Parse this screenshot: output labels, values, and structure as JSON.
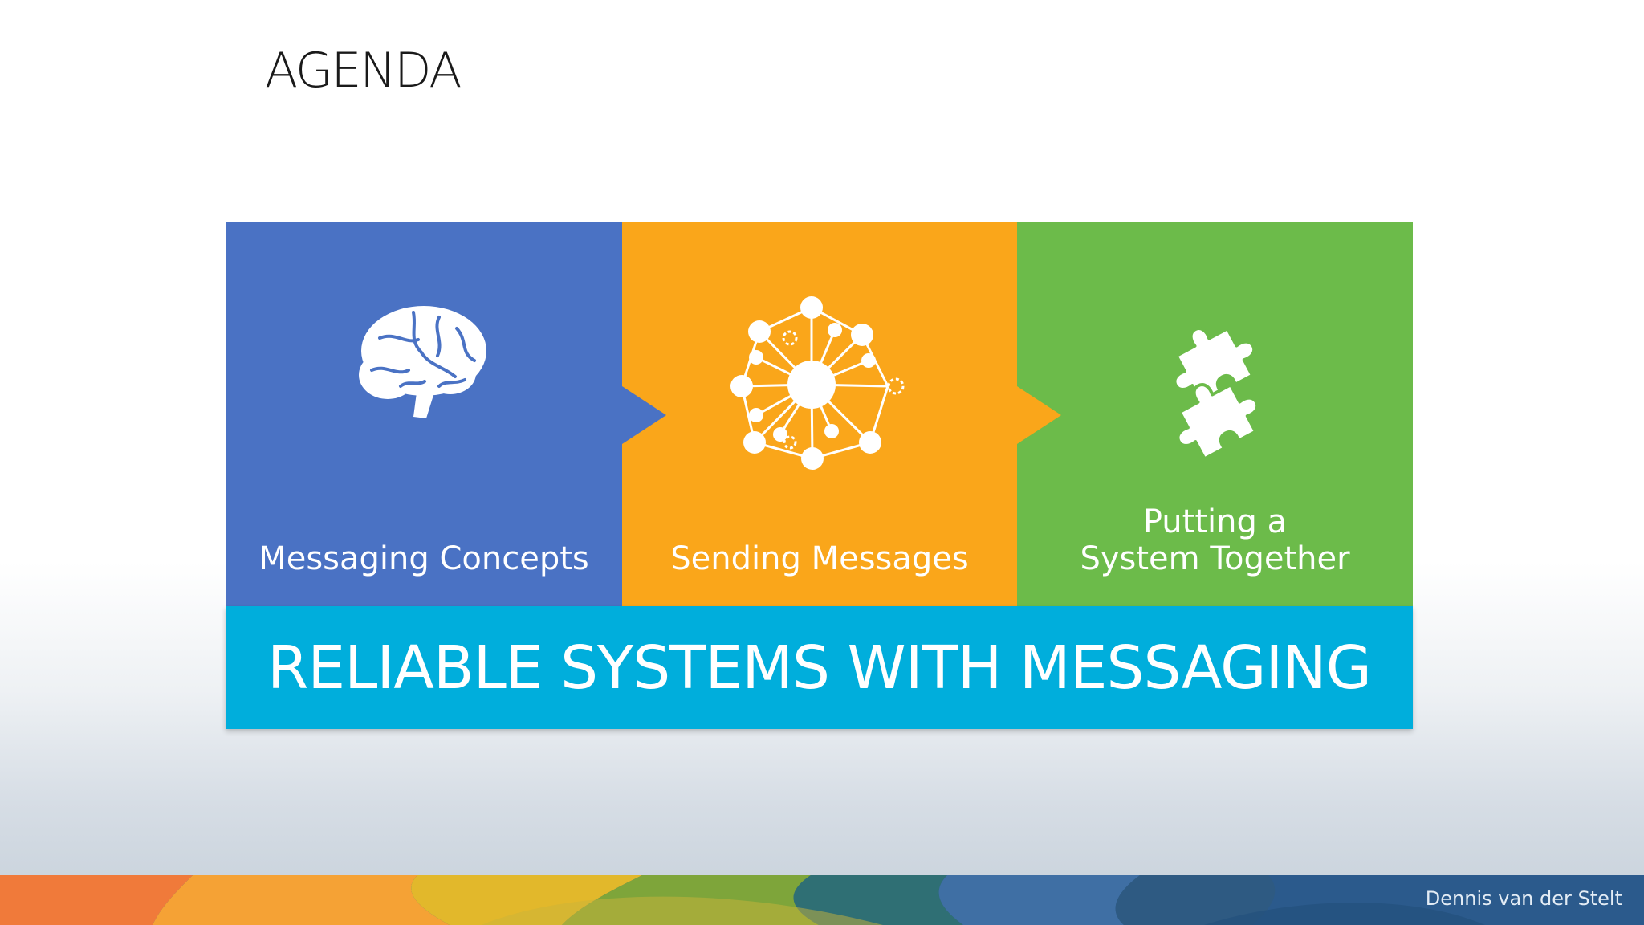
{
  "slide": {
    "title": "AGENDA",
    "sections": [
      {
        "label_lines": [
          "Messaging Concepts"
        ],
        "icon": "brain-icon",
        "color": "#4a72c4"
      },
      {
        "label_lines": [
          "Sending Messages"
        ],
        "icon": "network-icon",
        "color": "#faa61a"
      },
      {
        "label_lines": [
          "Putting a",
          "System Together"
        ],
        "icon": "puzzle-icon",
        "color": "#6cbb4a"
      }
    ],
    "banner": {
      "text": "RELIABLE SYSTEMS WITH MESSAGING",
      "color": "#00aedc"
    },
    "author": "Dennis van der Stelt"
  }
}
